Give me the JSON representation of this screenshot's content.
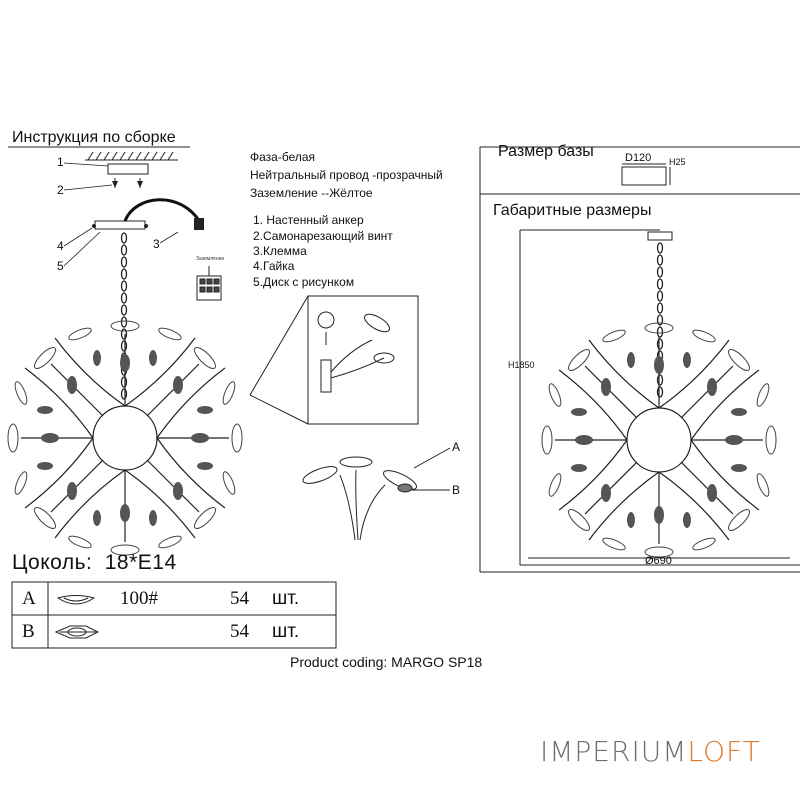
{
  "assembly": {
    "title": "Инструкция по сборке",
    "callouts": [
      "1",
      "2",
      "3",
      "4",
      "5"
    ],
    "wiring": {
      "phase": "Фаза-белая",
      "neutral": "Нейтральный провод -прозрачный",
      "ground": "Заземление --Жёлтое"
    },
    "steps": [
      "1. Настенный анкер",
      "2.Самонарезающий винт",
      "3.Клемма",
      "4.Гайка",
      "5.Диск с рисунком"
    ],
    "terminal_label": "Заземление"
  },
  "detail": {
    "label_a": "A",
    "label_b": "B"
  },
  "base": {
    "title": "Размер базы",
    "diameter": "D120",
    "height": "H25"
  },
  "dimensions": {
    "title": "Габаритные размеры",
    "height": "H1850",
    "width": "Ø690"
  },
  "socket": {
    "label": "Цоколь:",
    "value": "18*E14"
  },
  "parts": [
    {
      "letter": "A",
      "code": "100#",
      "qty": "54",
      "unit": "шт."
    },
    {
      "letter": "B",
      "code": "",
      "qty": "54",
      "unit": "шт."
    }
  ],
  "product_coding": "Product coding: MARGO SP18",
  "brand": {
    "part1": "IMPERIUM",
    "part2": "LOFT",
    "accent_color": "#e07a2a",
    "text_color": "#6d6d6d"
  }
}
